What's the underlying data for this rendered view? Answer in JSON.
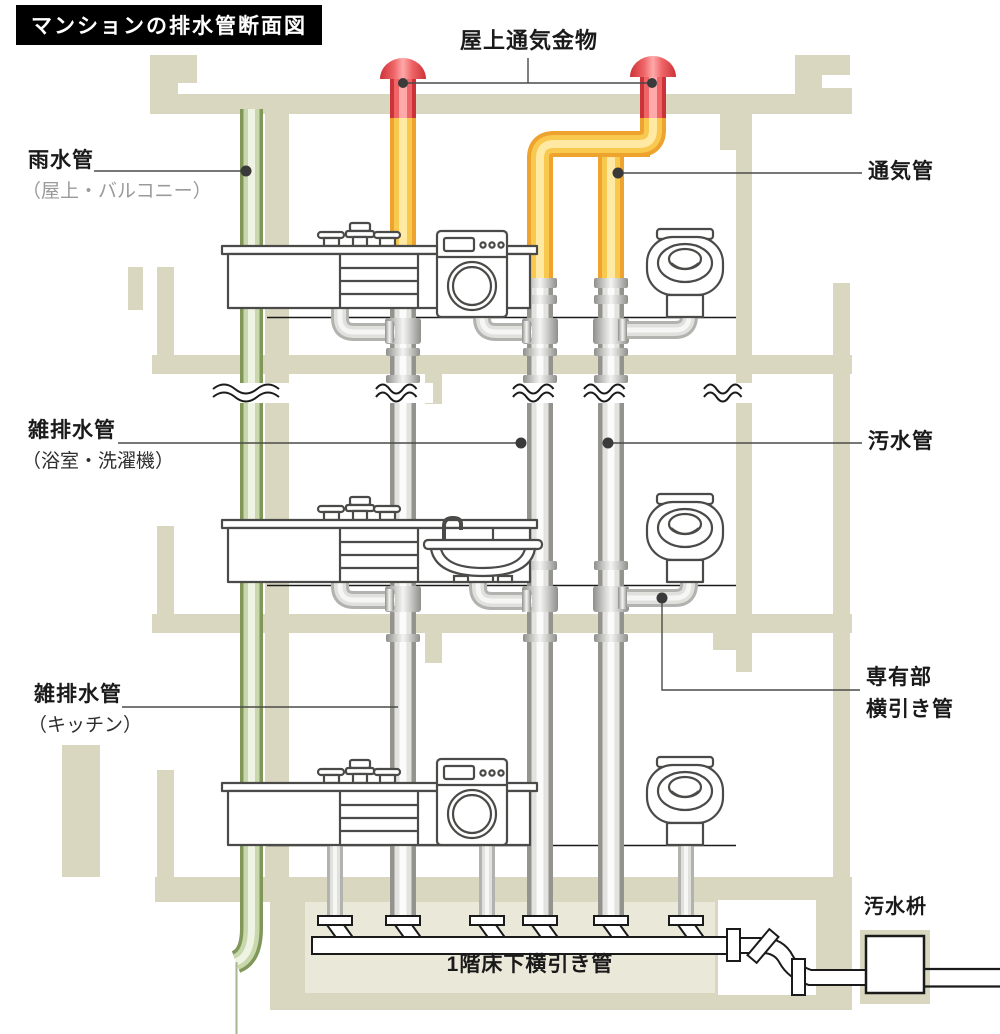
{
  "title": "マンションの排水管断面図",
  "callouts": {
    "rooftop_vent": "屋上通気金物",
    "rainwater": {
      "main": "雨水管",
      "sub": "（屋上・バルコニー）"
    },
    "vent": "通気管",
    "graywater_bath": {
      "main": "雑排水管",
      "sub": "（浴室・洗濯機）"
    },
    "sewage": "汚水管",
    "graywater_kitchen": {
      "main": "雑排水管",
      "sub": "（キッチン）"
    },
    "private_branch": {
      "line1": "専有部",
      "line2": "横引き管"
    },
    "sewage_basin": "汚水枡",
    "underfloor": "1階床下横引き管"
  },
  "icons": [
    "kitchen-counter-icon",
    "washing-machine-icon",
    "toilet-icon",
    "washbasin-icon",
    "roof-vent-cap-icon",
    "sewage-basin-icon"
  ],
  "colors": {
    "structure": "#DAD7C0",
    "structure_light": "#EAE8D9",
    "green_edge": "#81975A",
    "green_mid": "#C9D8AC",
    "green_hi": "#EFF3E3",
    "yellow_edge": "#EDA32E",
    "yellow_mid": "#F8C84F",
    "yellow_hi": "#FFE9A3",
    "red_edge": "#CC3338",
    "red_mid": "#EE6467",
    "red_hi": "#FFA9A9",
    "gray_edge": "#95938E",
    "gray_mid": "#E2E2E0",
    "gray_hi": "#FBFBFA",
    "br_edge": "#B2B2AE",
    "br_mid": "#E0E0DD",
    "br_hi": "#F6F6F4",
    "outline": "#4A4A48",
    "callout": "#4A4A48",
    "ink": "#1A1A1A",
    "subtext": "#9A9A9A"
  }
}
